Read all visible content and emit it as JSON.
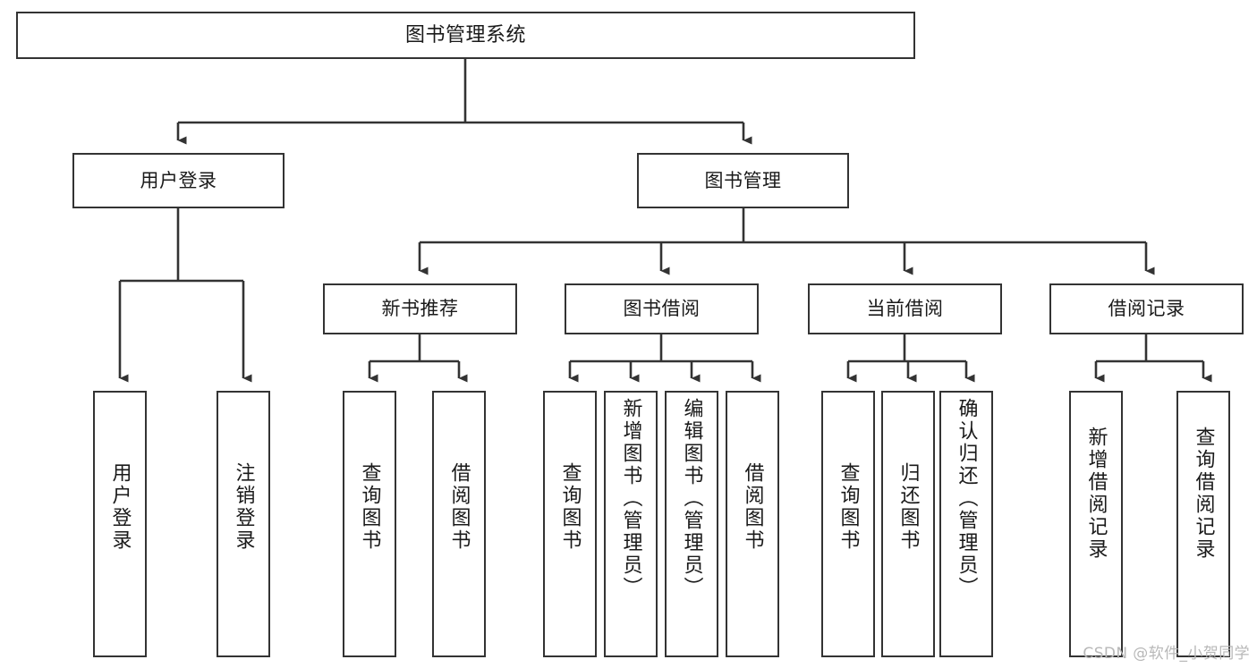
{
  "diagram": {
    "title": "图书管理系统",
    "type": "tree-hierarchy-chart",
    "watermark": "CSDN @软件_小贺同学",
    "root": {
      "label": "图书管理系统"
    },
    "level2": [
      {
        "label": "用户登录"
      },
      {
        "label": "图书管理"
      }
    ],
    "level3": [
      {
        "label": "新书推荐"
      },
      {
        "label": "图书借阅"
      },
      {
        "label": "当前借阅"
      },
      {
        "label": "借阅记录"
      }
    ],
    "leaves": {
      "user_login": [
        {
          "label": "用户登录"
        },
        {
          "label": "注销登录"
        }
      ],
      "new_book_recommend": [
        {
          "label": "查询图书"
        },
        {
          "label": "借阅图书"
        }
      ],
      "book_borrow": [
        {
          "label": "查询图书"
        },
        {
          "label": "新增图书（管理员）"
        },
        {
          "label": "编辑图书（管理员）"
        },
        {
          "label": "借阅图书"
        }
      ],
      "current_borrow": [
        {
          "label": "查询图书"
        },
        {
          "label": "归还图书"
        },
        {
          "label": "确认归还（管理员）"
        }
      ],
      "borrow_record": [
        {
          "label": "新增借阅记录"
        },
        {
          "label": "查询借阅记录"
        }
      ]
    },
    "colors": {
      "border": "#333333",
      "background": "#ffffff",
      "text": "#1a1a1a",
      "connector": "#333333",
      "watermark": "#b8b8b8"
    }
  }
}
